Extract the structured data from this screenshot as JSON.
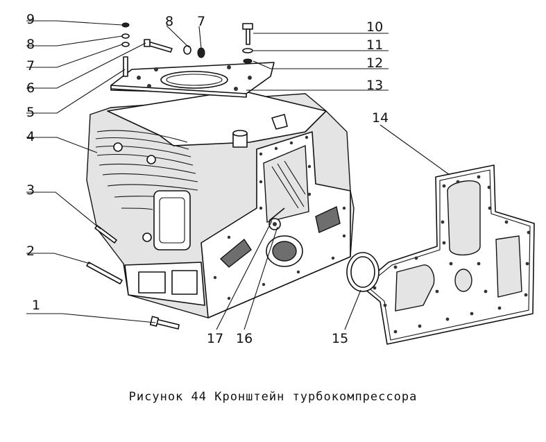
{
  "figure": {
    "caption": "Рисунок 44 Кронштейн турбокомпрессора",
    "callouts": [
      "9",
      "8",
      "7",
      "6",
      "5",
      "4",
      "3",
      "2",
      "1",
      "8",
      "7",
      "10",
      "11",
      "12",
      "13",
      "14",
      "17",
      "16",
      "15"
    ]
  },
  "parts": {
    "bolts": [
      "bolt-1",
      "stud-2",
      "stud-3",
      "stud-5",
      "bolt-6",
      "bolt-10"
    ],
    "washers": [
      "washer-7",
      "washer-8",
      "nut-9",
      "washer-11",
      "washer-12"
    ],
    "covers": [
      "flange-13",
      "gasket-14",
      "ring-15"
    ]
  }
}
